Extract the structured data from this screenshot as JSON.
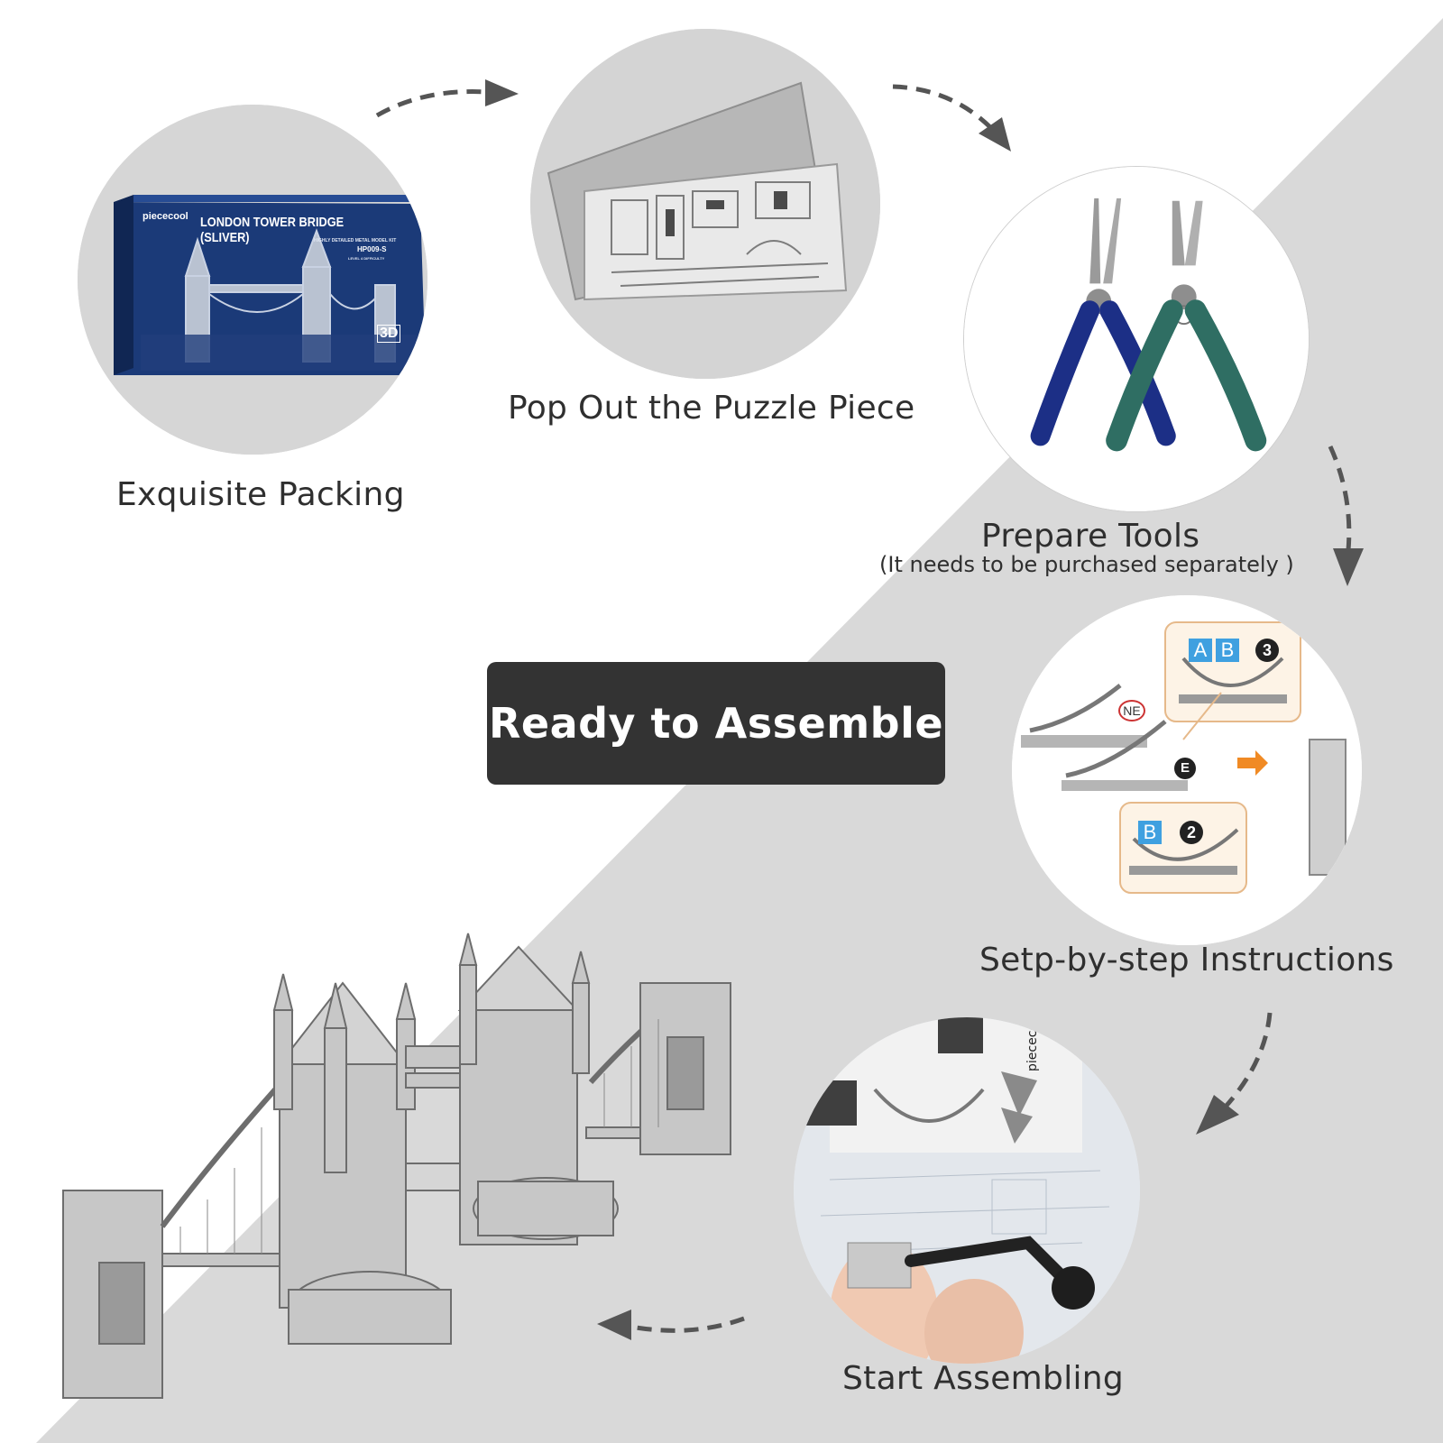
{
  "badge": {
    "text": "Ready to Assemble"
  },
  "steps": [
    {
      "id": "packing",
      "caption": "Exquisite Packing"
    },
    {
      "id": "pop-out",
      "caption": "Pop Out the Puzzle Piece"
    },
    {
      "id": "tools",
      "caption": "Prepare Tools",
      "subcaption": "(It needs to be purchased separately  )"
    },
    {
      "id": "instructions",
      "caption": "Setp-by-step Instructions"
    },
    {
      "id": "assembling",
      "caption": "Start Assembling"
    }
  ],
  "box": {
    "brand": "piececool",
    "title": "LONDON TOWER BRIDGE (SLIVER)",
    "subtitle": "HIGHLY DETAILED METAL MODEL KIT",
    "model": "HP009-S",
    "level": "LEVEL 4 DIFFICULTY",
    "badge": "3D"
  },
  "instruction_labels": {
    "label_a": "A",
    "label_b": "B",
    "num_3": "3",
    "label_ne": "NE",
    "label_e": "E",
    "label_b2": "B",
    "num_2": "2"
  },
  "sheet_brand": "piececool 拼酷",
  "colors": {
    "background_light": "#ffffff",
    "background_gray": "#d9d9d9",
    "circle_gray": "#d7d7d7",
    "badge_bg": "#333333",
    "arrow": "#555555",
    "box_blue": "#1b3a78",
    "plier_blue": "#1c2f86",
    "plier_green": "#2f6e63",
    "label_blue": "#3fa0e0",
    "orange": "#f08a24"
  }
}
